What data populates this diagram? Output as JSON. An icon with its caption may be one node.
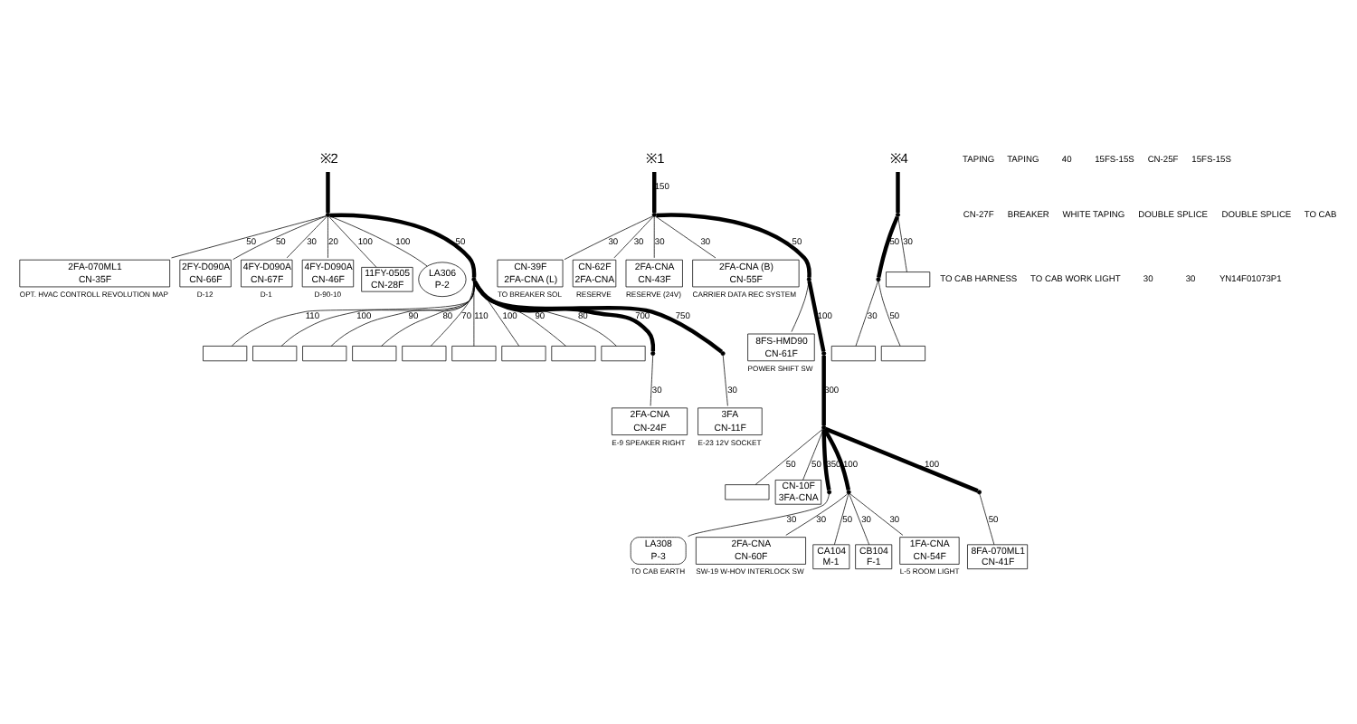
{
  "diagram": {
    "nodes": [
      {
        "text": [
          "※2"
        ]
      },
      {
        "text": [],
        "shape": "dot"
      },
      {
        "text": [
          "2FA-070ML1",
          "CN-35F"
        ],
        "beside": [
          "OPT. HVAC CONTROLL REVOLUTION MAP"
        ]
      },
      {
        "text": [
          "2FY-D090A",
          "CN-66F"
        ],
        "beside": [
          "D-12"
        ]
      },
      {
        "text": [
          "4FY-D090A",
          "CN-67F"
        ],
        "beside": [
          "D-1"
        ]
      },
      {
        "text": [
          "4FY-D090A",
          "CN-46F"
        ],
        "beside": [
          "D-90-10"
        ]
      },
      {
        "text": [
          "11FY-0505",
          "CN-28F"
        ]
      },
      {
        "text": [
          "LA306",
          "P-2"
        ]
      },
      {
        "text": [],
        "shape": "dot"
      },
      {
        "text": [],
        "shape": "box"
      },
      {
        "text": [],
        "shape": "box"
      },
      {
        "text": [],
        "shape": "box"
      },
      {
        "text": [],
        "shape": "box"
      },
      {
        "text": [],
        "shape": "box"
      },
      {
        "text": [],
        "shape": "box"
      },
      {
        "text": [],
        "shape": "box"
      },
      {
        "text": [],
        "shape": "box"
      },
      {
        "text": [],
        "shape": "box"
      },
      {
        "text": [],
        "shape": "dot"
      },
      {
        "text": [
          "2FA-CNA",
          "CN-24F"
        ],
        "beside": [
          "E-9 SPEAKER RIGHT"
        ]
      },
      {
        "text": [],
        "shape": "dot"
      },
      {
        "text": [
          "3FA",
          "CN-11F"
        ],
        "beside": [
          "E-23 12V SOCKET"
        ]
      },
      {
        "text": [
          "※1"
        ]
      },
      {
        "text": [],
        "shape": "dot"
      },
      {
        "text": [
          "CN-39F",
          "2FA-CNA (L)"
        ],
        "beside": [
          "TO BREAKER SOL"
        ]
      },
      {
        "text": [
          "CN-62F",
          "2FA-CNA"
        ],
        "beside": [
          "RESERVE"
        ]
      },
      {
        "text": [
          "2FA-CNA",
          "CN-43F"
        ],
        "beside": [
          "RESERVE (24V)"
        ]
      },
      {
        "text": [
          "2FA-CNA (B)",
          "CN-55F"
        ],
        "beside": [
          "CARRIER DATA REC SYSTEM"
        ]
      },
      {
        "text": [],
        "shape": "dot"
      },
      {
        "text": [
          "8FS-HMD90",
          "CN-61F"
        ],
        "beside": [
          "POWER SHIFT SW"
        ]
      },
      {
        "text": [],
        "shape": "dot"
      },
      {
        "text": [],
        "shape": "box"
      },
      {
        "text": [
          "8FA-070ML1",
          "CN-41F"
        ]
      },
      {
        "text": [
          "CN-10F",
          "3FA-CNA"
        ]
      },
      {
        "text": [],
        "shape": "dot"
      },
      {
        "text": [
          "LA308",
          "P-3"
        ],
        "beside": [
          "TO CAB EARTH"
        ]
      },
      {
        "text": [],
        "shape": "dot"
      },
      {
        "text": [
          "2FA-CNA",
          "CN-60F"
        ],
        "beside": [
          "SW-19 W-HOV INTERLOCK SW"
        ]
      },
      {
        "text": [
          "CA104",
          "M-1"
        ]
      },
      {
        "text": [
          "CB104",
          "F-1"
        ]
      },
      {
        "text": [
          "1FA-CNA",
          "CN-54F"
        ],
        "beside": [
          "L-5 ROOM LIGHT"
        ]
      },
      {
        "text": [
          "※4"
        ]
      },
      {
        "text": [],
        "shape": "dot"
      },
      {
        "text": [],
        "shape": "dot"
      },
      {
        "text": [],
        "shape": "box"
      },
      {
        "text": [],
        "shape": "box"
      },
      {
        "text": [],
        "shape": "box"
      },
      {
        "text": [],
        "shape": "dot"
      },
      {
        "text": [],
        "shape": "dot"
      }
    ],
    "edges": [
      {
        "from": 0,
        "to": 1,
        "arrow": "none",
        "style": "thick"
      },
      {
        "from": 1,
        "to": 2,
        "arrow": "none",
        "label": "50"
      },
      {
        "from": 1,
        "to": 3,
        "arrow": "none",
        "label": "50"
      },
      {
        "from": 1,
        "to": 4,
        "arrow": "none",
        "label": "30"
      },
      {
        "from": 1,
        "to": 5,
        "arrow": "none",
        "label": "20"
      },
      {
        "from": 1,
        "to": 6,
        "arrow": "none",
        "label": "100"
      },
      {
        "from": 1,
        "to": 7,
        "arrow": "none",
        "label": "100"
      },
      {
        "from": 1,
        "to": 8,
        "arrow": "none",
        "label": "50",
        "style": "thick"
      },
      {
        "from": 8,
        "to": 9,
        "arrow": "none",
        "label": "110"
      },
      {
        "from": 8,
        "to": 10,
        "arrow": "none",
        "label": "100"
      },
      {
        "from": 8,
        "to": 11,
        "arrow": "none",
        "label": "90"
      },
      {
        "from": 8,
        "to": 12,
        "arrow": "none",
        "label": "80"
      },
      {
        "from": 8,
        "to": 13,
        "arrow": "none",
        "label": "70"
      },
      {
        "from": 8,
        "to": 14,
        "arrow": "none",
        "label": "110"
      },
      {
        "from": 8,
        "to": 15,
        "arrow": "none",
        "label": "100"
      },
      {
        "from": 8,
        "to": 16,
        "arrow": "none",
        "label": "90"
      },
      {
        "from": 8,
        "to": 17,
        "arrow": "none",
        "label": "80"
      },
      {
        "from": 8,
        "to": 18,
        "arrow": "none",
        "label": "700",
        "style": "thick"
      },
      {
        "from": 18,
        "to": 19,
        "arrow": "none",
        "label": "30"
      },
      {
        "from": 8,
        "to": 20,
        "arrow": "none",
        "label": "750",
        "style": "thick"
      },
      {
        "from": 20,
        "to": 21,
        "arrow": "none",
        "label": "30"
      },
      {
        "from": 22,
        "to": 23,
        "arrow": "none",
        "label": "150",
        "style": "thick"
      },
      {
        "from": 23,
        "to": 24,
        "arrow": "none",
        "label": "30"
      },
      {
        "from": 23,
        "to": 25,
        "arrow": "none",
        "label": "30"
      },
      {
        "from": 23,
        "to": 26,
        "arrow": "none",
        "label": "30"
      },
      {
        "from": 23,
        "to": 27,
        "arrow": "none",
        "label": "30"
      },
      {
        "from": 23,
        "to": 28,
        "arrow": "none",
        "label": "50",
        "style": "thick"
      },
      {
        "from": 28,
        "to": 29,
        "arrow": "none"
      },
      {
        "from": 28,
        "to": 47,
        "arrow": "none",
        "label": "100",
        "style": "thick"
      },
      {
        "from": 47,
        "to": 30,
        "arrow": "none",
        "label": "300",
        "style": "thick"
      },
      {
        "from": 30,
        "to": 31,
        "arrow": "none",
        "label": "50"
      },
      {
        "from": 30,
        "to": 48,
        "arrow": "none",
        "label": "100",
        "style": "thick"
      },
      {
        "from": 48,
        "to": 32,
        "arrow": "none",
        "label": "50"
      },
      {
        "from": 30,
        "to": 33,
        "arrow": "none",
        "label": "50"
      },
      {
        "from": 30,
        "to": 34,
        "arrow": "none",
        "label": "350",
        "style": "thick"
      },
      {
        "from": 34,
        "to": 35,
        "arrow": "none",
        "label": "30"
      },
      {
        "from": 30,
        "to": 36,
        "arrow": "none",
        "label": "100",
        "style": "thick"
      },
      {
        "from": 36,
        "to": 37,
        "arrow": "none",
        "label": "30"
      },
      {
        "from": 36,
        "to": 38,
        "arrow": "none",
        "label": "50"
      },
      {
        "from": 36,
        "to": 39,
        "arrow": "none",
        "label": "30"
      },
      {
        "from": 36,
        "to": 40,
        "arrow": "none",
        "label": "30"
      },
      {
        "from": 41,
        "to": 42,
        "arrow": "none",
        "style": "thick"
      },
      {
        "from": 42,
        "to": 43,
        "arrow": "none",
        "label": "50",
        "style": "thick"
      },
      {
        "from": 42,
        "to": 44,
        "arrow": "none",
        "label": "30"
      },
      {
        "from": 43,
        "to": 45,
        "arrow": "none",
        "label": "30"
      },
      {
        "from": 43,
        "to": 46,
        "arrow": "none",
        "label": "50"
      }
    ],
    "labels": [
      "TAPING",
      "TAPING",
      "40",
      "15FS-15S",
      "CN-25F",
      "15FS-15S",
      "CN-27F",
      "BREAKER",
      "WHITE TAPING",
      "DOUBLE SPLICE",
      "DOUBLE SPLICE",
      "TO CAB",
      "TO CAB HARNESS",
      "TO CAB WORK LIGHT",
      "30",
      "30",
      "YN14F01073P1"
    ]
  }
}
